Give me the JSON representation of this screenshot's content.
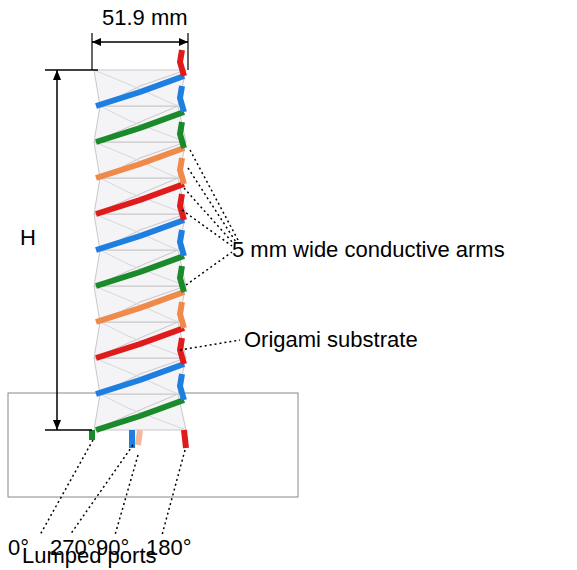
{
  "diagram": {
    "labels": [
      "51.9 mm",
      "H",
      "5 mm wide conductive arms",
      "Origami substrate",
      "0°",
      "270°",
      "90°",
      "180°",
      "Lumped ports"
    ]
  }
}
